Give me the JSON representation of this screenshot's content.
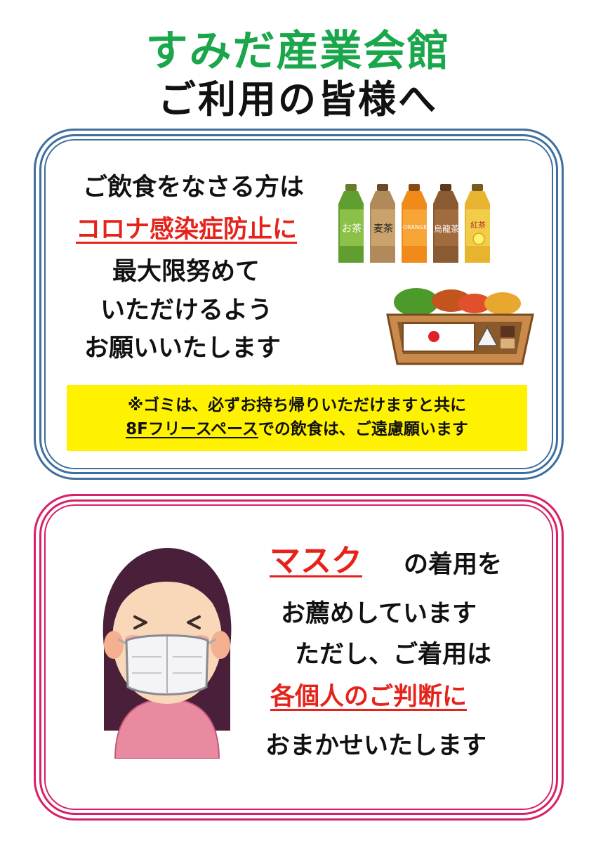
{
  "header": {
    "venue_name": "すみだ産業会館",
    "greeting": "ご利用の皆様へ"
  },
  "food_notice": {
    "line1": "ご飲食をなさる方は",
    "line2": "コロナ感染症防止に",
    "line3": "最大限努めて",
    "line4": "いただけるよう",
    "line5": "お願いいたします",
    "bottle_labels": [
      "お茶",
      "麦茶",
      "ORANGE",
      "烏龍茶",
      "紅茶"
    ],
    "note_line1": "※ゴミは、必ずお持ち帰りいただけますと共に",
    "note_line2_underlined": "8Fフリースペース",
    "note_line2_rest": "での飲食は、ご遠慮願います"
  },
  "mask_notice": {
    "line1_highlight": "マスク",
    "line1_rest": "の着用を",
    "line2": "お薦めしています",
    "line3": "ただし、ご着用は",
    "line4": "各個人のご判断に",
    "line5": "おまかせいたします"
  },
  "colors": {
    "venue_green": "#1aa64a",
    "emphasis_red": "#e5231b",
    "food_frame_blue": "#3f6f9f",
    "mask_frame_pink": "#d8206a",
    "note_yellow": "#fff200"
  }
}
